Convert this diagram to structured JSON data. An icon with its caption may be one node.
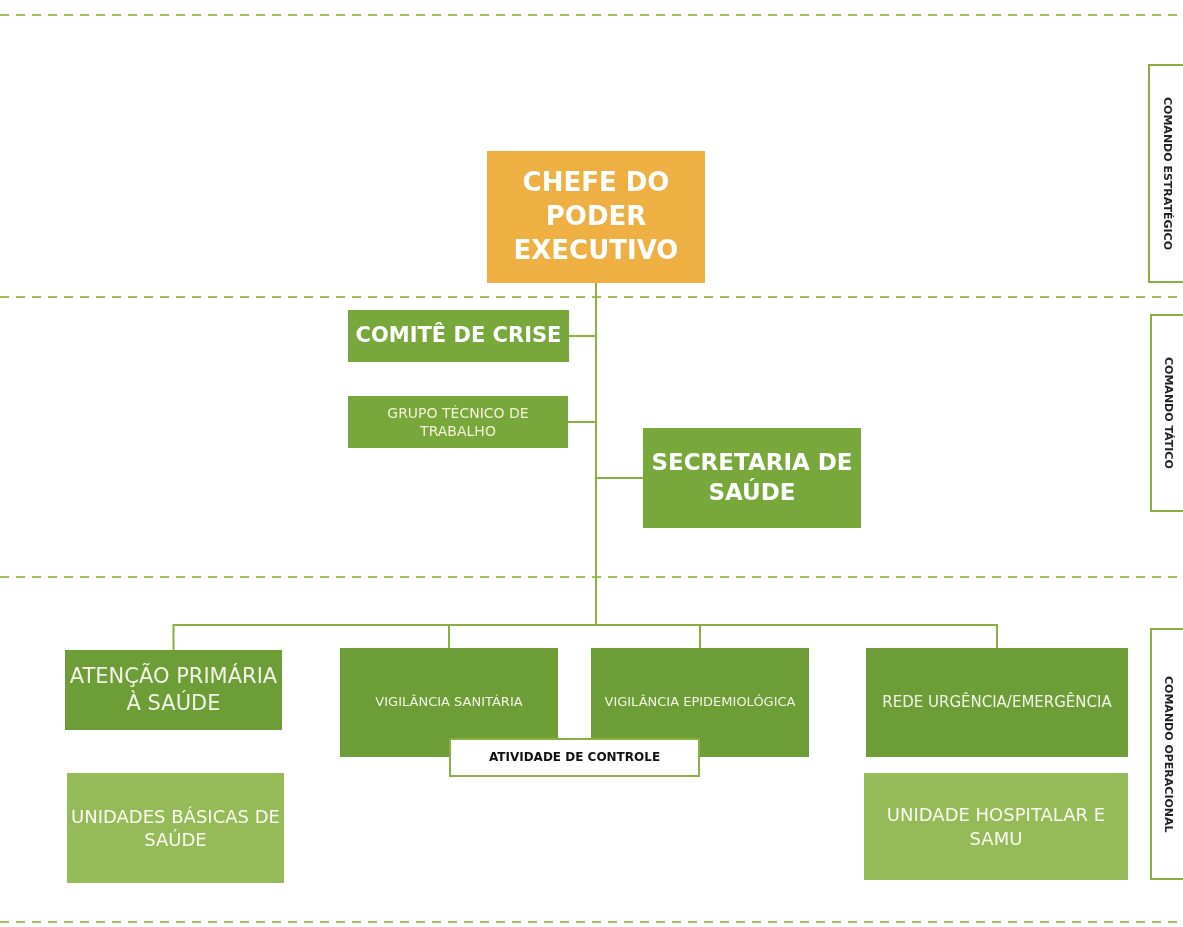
{
  "diagram": {
    "nodes": [
      {
        "text": [
          "CHEFE DO PODER EXECUTIVO"
        ]
      },
      {
        "text": [
          "COMITÊ DE CRISE"
        ]
      },
      {
        "text": [
          "GRUPO TÉCNICO DE TRABALHO"
        ]
      },
      {
        "text": [
          "SECRETARIA DE SAÚDE"
        ]
      },
      {
        "text": [
          "ATENÇÃO PRIMÁRIA À SAÚDE"
        ]
      },
      {
        "text": [
          "UNIDADES BÁSICAS DE SAÚDE"
        ]
      },
      {
        "text": [
          "VIGILÂNCIA SANITÁRIA"
        ]
      },
      {
        "text": [
          "VIGILÂNCIA EPIDEMIOLÓGICA"
        ]
      },
      {
        "text": [
          "ATIVIDADE DE CONTROLE"
        ]
      },
      {
        "text": [
          "REDE URGÊNCIA/EMERGÊNCIA"
        ]
      },
      {
        "text": [
          "UNIDADE HOSPITALAR E SAMU"
        ]
      },
      {
        "text": [
          "COMANDO ESTRATÉGICO"
        ]
      },
      {
        "text": [
          "COMANDO TÁTICO"
        ]
      },
      {
        "text": [
          "COMANDO OPERACIONAL"
        ]
      }
    ],
    "edges": [
      {
        "from": 0,
        "to": 1,
        "arrow": "none"
      },
      {
        "from": 0,
        "to": 2,
        "arrow": "none"
      },
      {
        "from": 0,
        "to": 3,
        "arrow": "none"
      },
      {
        "from": 0,
        "to": 4,
        "arrow": "none"
      },
      {
        "from": 0,
        "to": 6,
        "arrow": "none"
      },
      {
        "from": 0,
        "to": 7,
        "arrow": "none"
      },
      {
        "from": 0,
        "to": 9,
        "arrow": "none"
      }
    ]
  }
}
